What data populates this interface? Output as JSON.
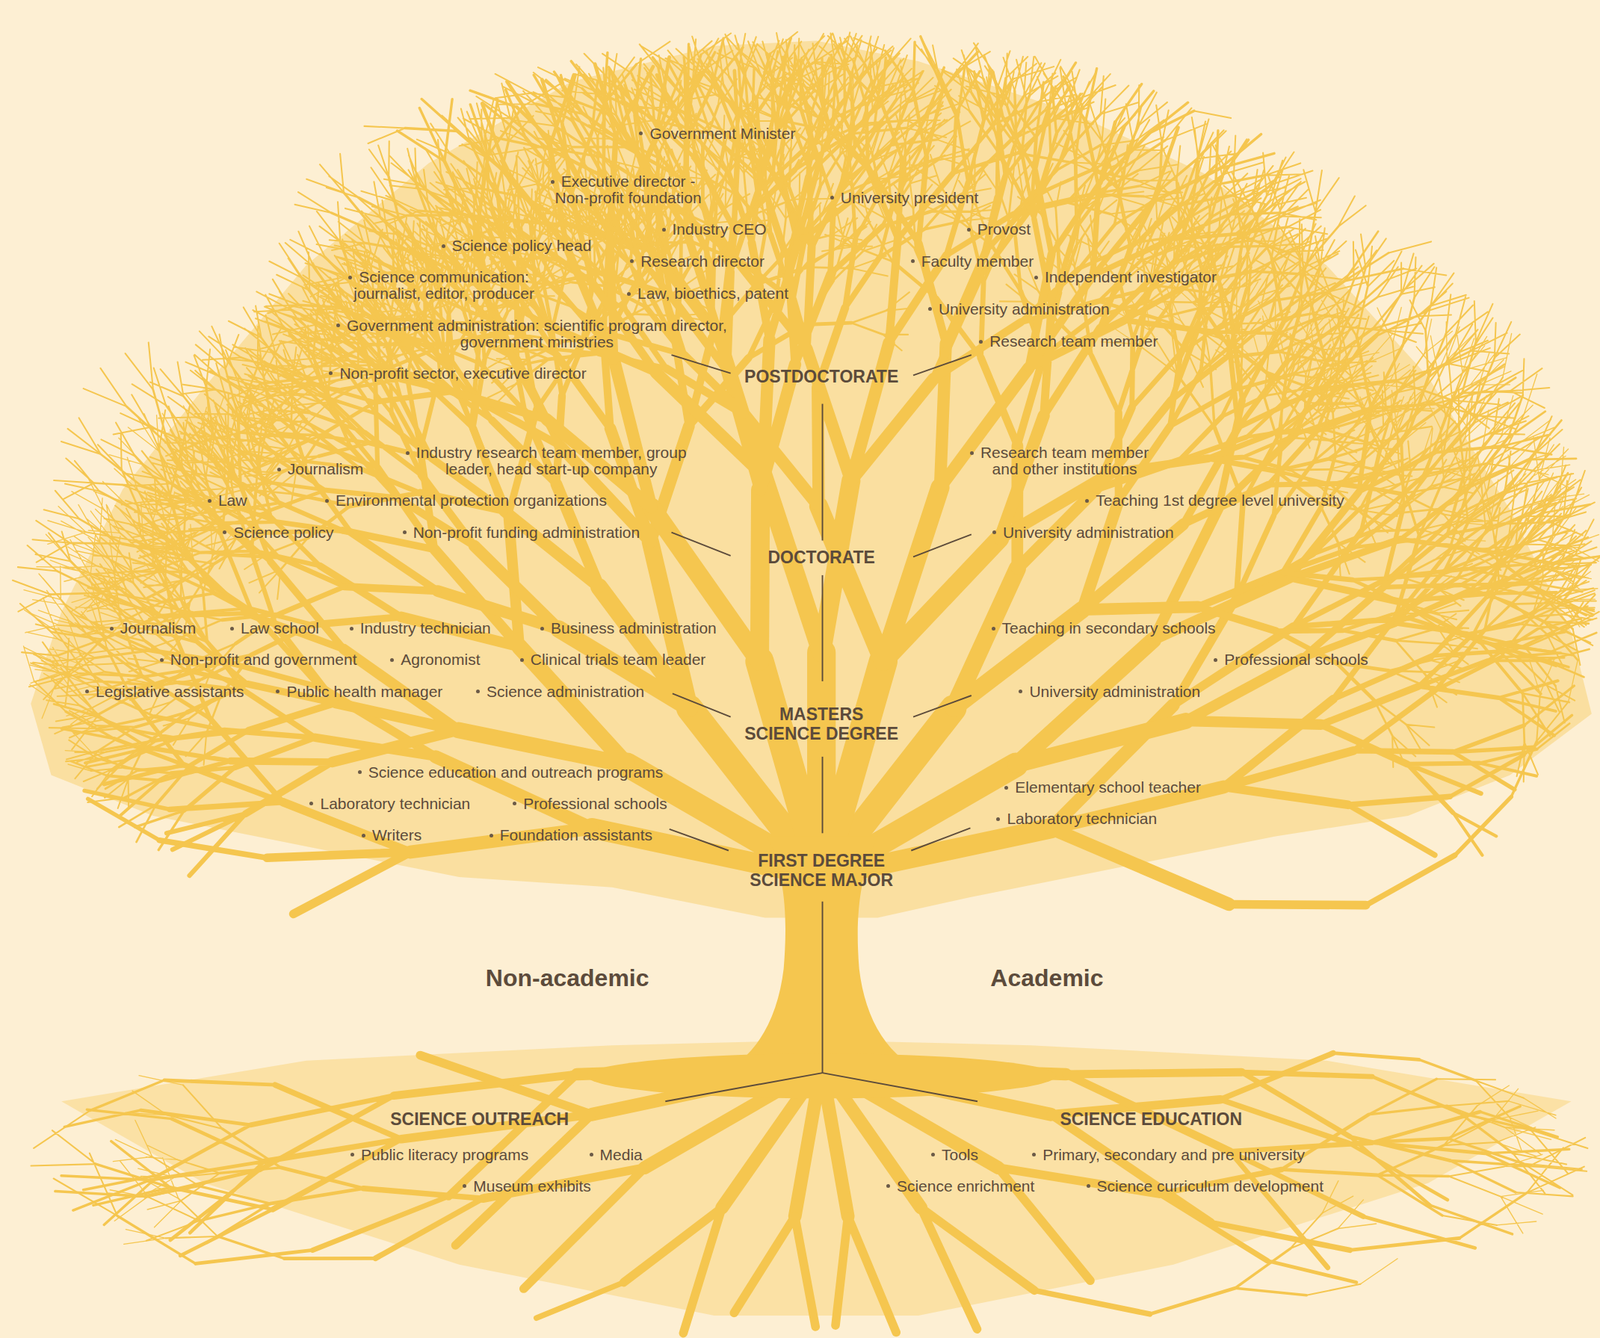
{
  "diagram": {
    "labels": [
      "Government Minister",
      "Executive director - Non-profit foundation",
      "University president",
      "Industry CEO",
      "Provost",
      "Science policy head",
      "Research director",
      "Faculty member",
      "Independent investigator",
      "Science communication: journalist, editor, producer",
      "Law, bioethics, patent",
      "University administration",
      "Government administration: scientific program director, government ministries",
      "Research team member",
      "Non-profit sector, executive director",
      "POSTDOCTORATE",
      "Industry research team member, group leader, head start-up company",
      "Research team member and other institutions",
      "Journalism",
      "Law",
      "Environmental protection organizations",
      "Teaching 1st degree level university",
      "Science policy",
      "Non-profit funding administration",
      "University administration",
      "DOCTORATE",
      "Journalism",
      "Law school",
      "Industry technician",
      "Business administration",
      "Teaching in secondary schools",
      "Non-profit and government",
      "Agronomist",
      "Clinical trials team leader",
      "Professional schools",
      "Legislative assistants",
      "Public health manager",
      "Science administration",
      "University administration",
      "MASTERS SCIENCE DEGREE",
      "Science education and outreach programs",
      "Elementary school teacher",
      "Laboratory technician",
      "Professional schools",
      "Laboratory technician",
      "Writers",
      "Foundation assistants",
      "FIRST DEGREE SCIENCE MAJOR",
      "Non-academic",
      "Academic",
      "SCIENCE OUTREACH",
      "Public literacy programs",
      "Media",
      "Museum exhibits",
      "SCIENCE EDUCATION",
      "Tools",
      "Primary, secondary and pre university",
      "Science enrichment",
      "Science curriculum development"
    ]
  }
}
